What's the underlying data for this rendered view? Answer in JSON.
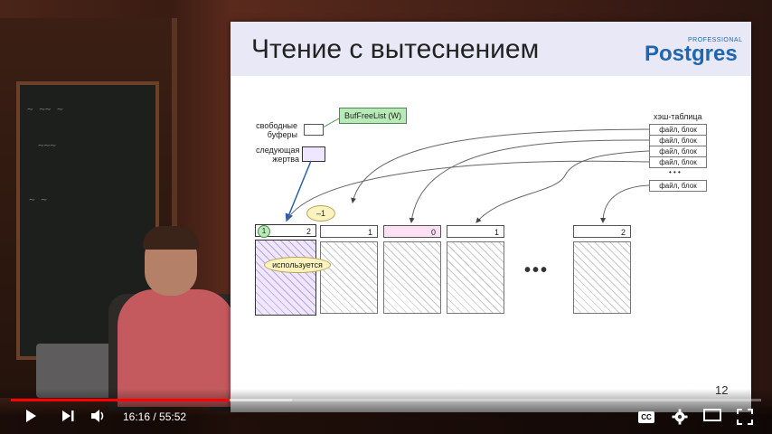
{
  "slide": {
    "title": "Чтение с вытеснением",
    "logo_text": "Postgres",
    "logo_professional": "PROFESSIONAL",
    "page_number": "12",
    "free_buffers_label": "свободные\nбуферы",
    "next_victim_label": "следующая\nжертва",
    "buf_free_list": "BufFreeList (W)",
    "hash_table_label": "хэш-таблица",
    "hash_rows": [
      "файл, блок",
      "файл, блок",
      "файл, блок",
      "файл, блок",
      "файл, блок"
    ],
    "hash_dots": "• • •",
    "buffers": [
      {
        "value": "2",
        "pin": "1"
      },
      {
        "value": "1"
      },
      {
        "value": "0"
      },
      {
        "value": "1"
      },
      {
        "value": "2"
      }
    ],
    "dots": "•••",
    "bubble_minus": "–1",
    "bubble_used": "используется"
  },
  "player": {
    "current_time": "16:16",
    "separator": " / ",
    "duration": "55:52",
    "progress_fraction": 0.2915,
    "buffered_fraction": 0.375,
    "cc_label": "CC"
  },
  "colors": {
    "progress": "#ff0000",
    "slide_header": "#e8e8f6",
    "callout_green": "#b8eab8",
    "victim_purple": "#efe6ff",
    "zero_buffer_pink": "#fde0f4"
  }
}
